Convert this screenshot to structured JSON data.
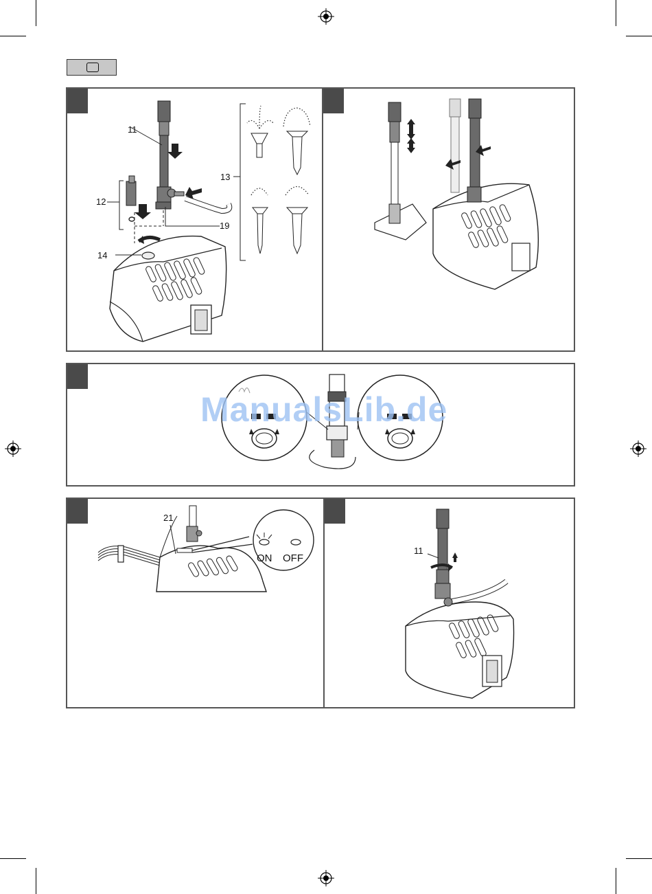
{
  "header": {
    "language_box_icon": "rounded-rectangle-icon"
  },
  "panel_a": {
    "callouts": {
      "c11": "11",
      "c12": "12",
      "c13": "13",
      "c14": "14",
      "c19": "19"
    }
  },
  "panel_c": {},
  "panel_d": {
    "callout_21": "21",
    "switch_on_label": "ON",
    "switch_off_label": "OFF"
  },
  "panel_e": {
    "callout_11": "11"
  },
  "watermark": "ManualsLib.de",
  "colors": {
    "frame": "#555555",
    "corner_block": "#4a4a4a",
    "pipe_dark": "#555555",
    "watermark": "#9ec3f3"
  }
}
